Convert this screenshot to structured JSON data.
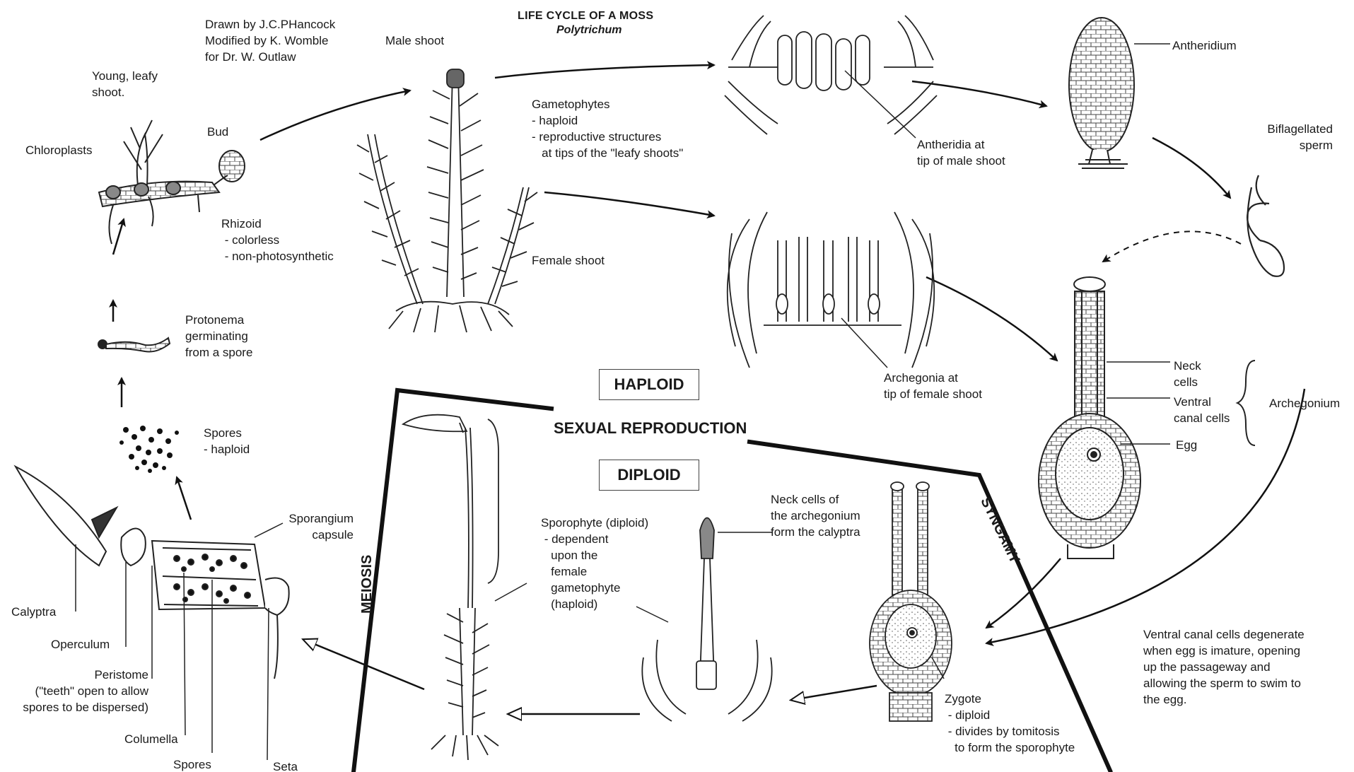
{
  "title": "LIFE CYCLE OF A MOSS",
  "subtitle": "Polytrichum",
  "credits": [
    "Drawn by J.C.PHancock",
    "Modified by K. Womble",
    "for Dr. W. Outlaw"
  ],
  "labels": {
    "young_shoot": "Young, leafy\nshoot.",
    "bud": "Bud",
    "chloroplasts": "Chloroplasts",
    "rhizoid": "Rhizoid\n - colorless\n - non-photosynthetic",
    "male_shoot": "Male shoot",
    "female_shoot": "Female shoot",
    "gametophytes": "Gametophytes\n- haploid\n- reproductive structures\n   at tips of the \"leafy shoots\"",
    "antheridia_tip": "Antheridia at\ntip of male shoot",
    "antheridium": "Antheridium",
    "biflagellated_sperm": "Biflagellated\nsperm",
    "archegonia_tip": "Archegonia at\ntip of female shoot",
    "neck_cells": "Neck\ncells",
    "ventral_canal_cells": "Ventral\ncanal cells",
    "egg": "Egg",
    "archegonium": "Archegonium",
    "protonema": "Protonema\ngerminating\nfrom a spore",
    "spores_haploid": "Spores\n- haploid",
    "sporangium": "Sporangium\ncapsule",
    "calyptra": "Calyptra",
    "operculum": "Operculum",
    "peristome": "Peristome\n(\"teeth\" open to allow\nspores to be dispersed)",
    "columella": "Columella",
    "spores": "Spores",
    "seta": "Seta",
    "sporophyte": "Sporophyte (diploid)\n - dependent\n   upon the\n   female\n   gametophyte\n   (haploid)",
    "neck_calyptra": "Neck cells of\nthe archegonium\nform the calyptra",
    "zygote": "Zygote\n - diploid\n - divides by tomitosis\n   to form the sporophyte",
    "ventral_note": "Ventral canal cells degenerate\nwhen egg is imature, opening\nup the passageway and\nallowing the sperm to swim to\nthe egg."
  },
  "phases": {
    "haploid": "HAPLOID",
    "diploid": "DIPLOID",
    "sexual_reproduction": "SEXUAL REPRODUCTION",
    "meiosis": "MEIOSIS",
    "syngamy": "SYNGAMY"
  },
  "colors": {
    "ink": "#1a1a1a",
    "paper": "#ffffff"
  }
}
